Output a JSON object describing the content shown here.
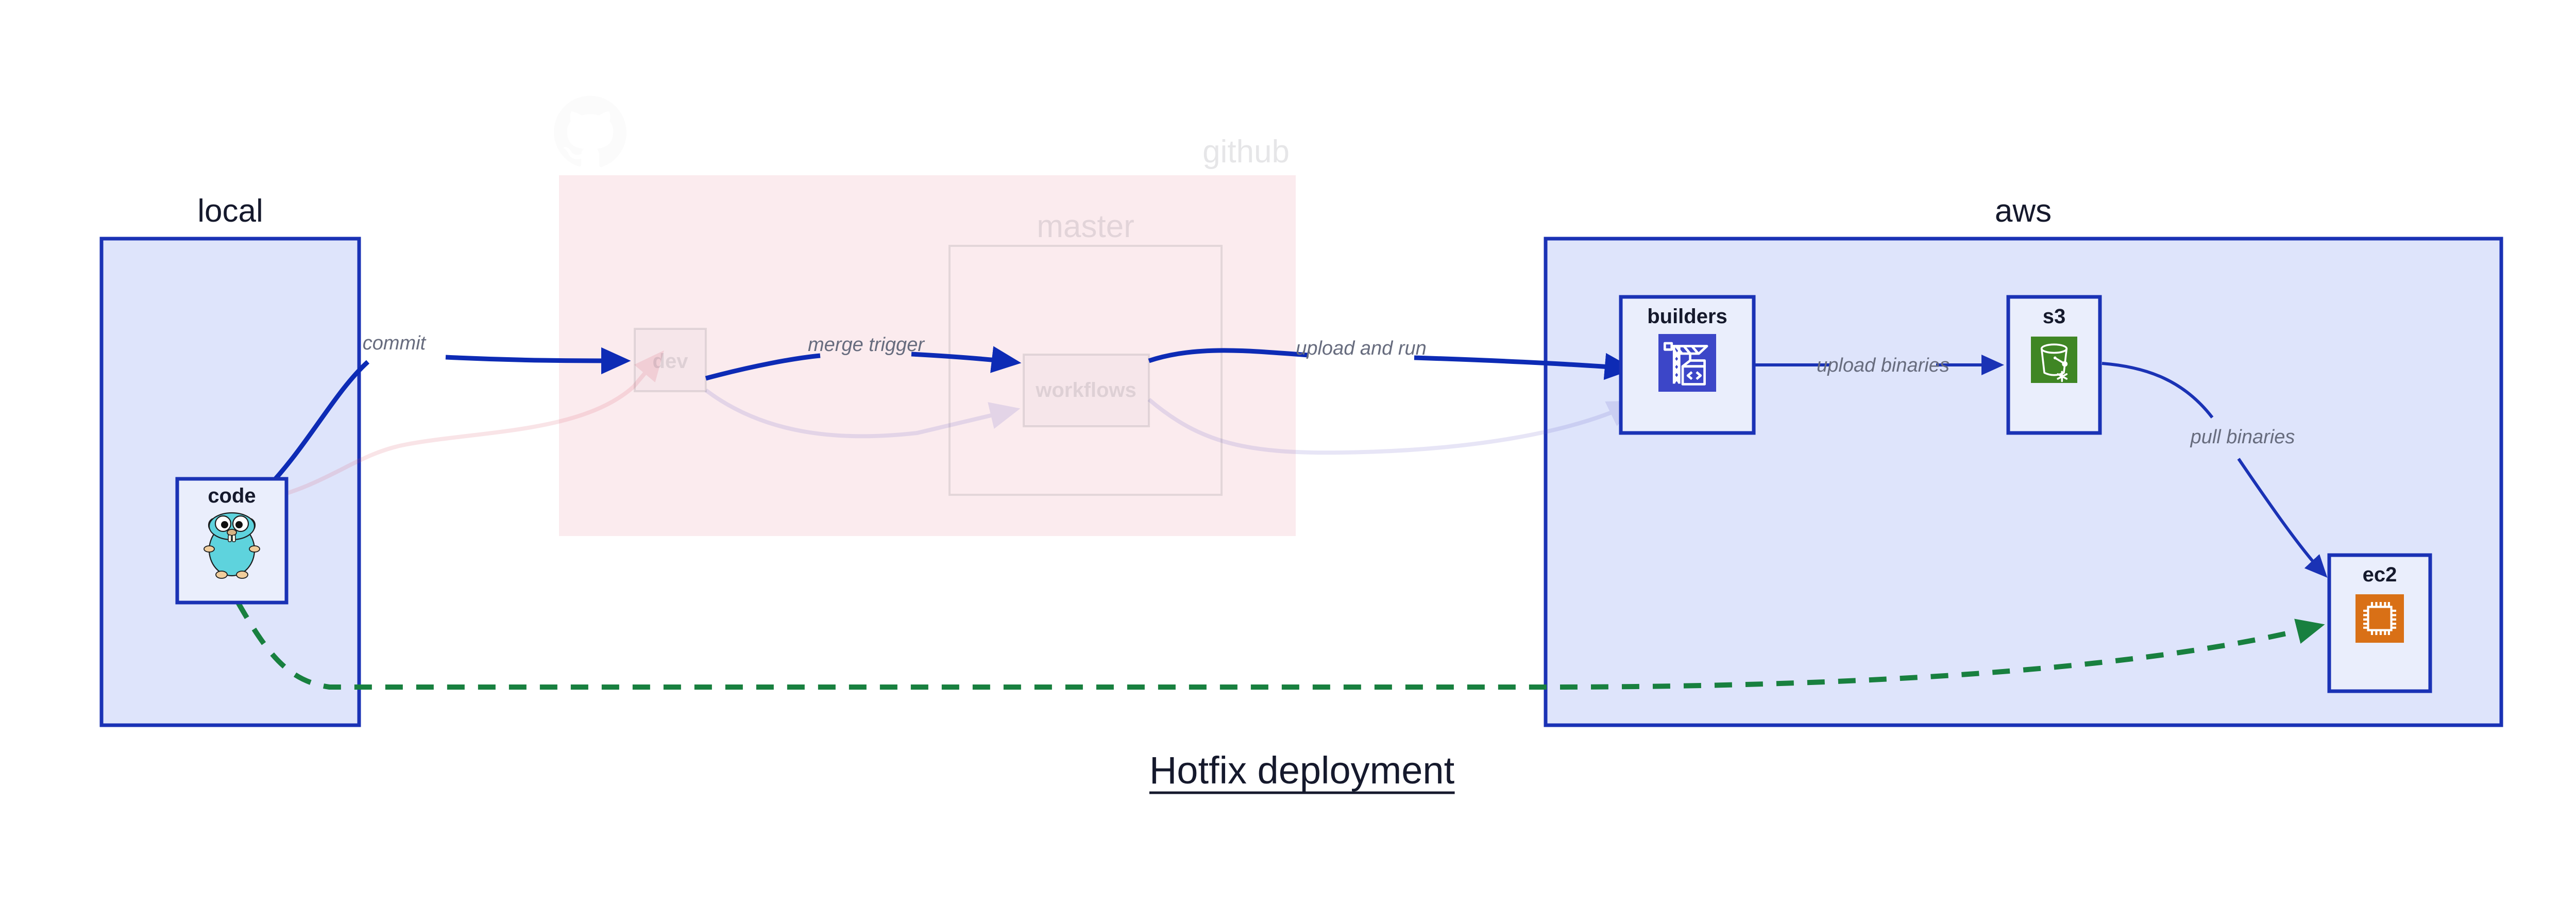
{
  "title": "Hotfix deployment",
  "groups": [
    {
      "id": "local",
      "label": "local",
      "faded": false
    },
    {
      "id": "github",
      "label": "github",
      "faded": true,
      "icon": "github-octocat-icon"
    },
    {
      "id": "master",
      "label": "master",
      "faded": true
    },
    {
      "id": "aws",
      "label": "aws",
      "faded": false
    }
  ],
  "nodes": [
    {
      "id": "code",
      "label": "code",
      "group": "local",
      "icon": "golang-gopher-icon",
      "faded": false
    },
    {
      "id": "dev",
      "label": "dev",
      "group": "github",
      "icon": null,
      "faded": true
    },
    {
      "id": "workflows",
      "label": "workflows",
      "group": "master",
      "icon": null,
      "faded": true
    },
    {
      "id": "builders",
      "label": "builders",
      "group": "aws",
      "icon": "aws-codebuild-icon",
      "faded": false
    },
    {
      "id": "s3",
      "label": "s3",
      "group": "aws",
      "icon": "aws-s3-glacier-icon",
      "faded": false
    },
    {
      "id": "ec2",
      "label": "ec2",
      "group": "aws",
      "icon": "aws-ec2-icon",
      "faded": false
    }
  ],
  "edges": [
    {
      "id": "e-commit",
      "from": "code",
      "to": "dev",
      "label": "commit",
      "style": "solid",
      "emphasis": "strong",
      "faded": false
    },
    {
      "id": "e-merge-trigger",
      "from": "dev",
      "to": "workflows",
      "label": "merge trigger",
      "style": "solid",
      "emphasis": "strong",
      "faded": false
    },
    {
      "id": "e-upload-and-run",
      "from": "workflows",
      "to": "builders",
      "label": "upload and run",
      "style": "solid",
      "emphasis": "strong",
      "faded": false
    },
    {
      "id": "e-upload-binaries",
      "from": "builders",
      "to": "s3",
      "label": "upload binaries",
      "style": "solid",
      "emphasis": "thin",
      "faded": false
    },
    {
      "id": "e-pull-binaries",
      "from": "s3",
      "to": "ec2",
      "label": "pull binaries",
      "style": "solid",
      "emphasis": "thin",
      "faded": false
    },
    {
      "id": "e-hotfix-direct",
      "from": "code",
      "to": "ec2",
      "label": "",
      "style": "dashed",
      "emphasis": "green",
      "faded": false
    },
    {
      "id": "e-faded-pink",
      "from": "code",
      "to": "dev",
      "label": "",
      "style": "solid",
      "emphasis": "faded-pink",
      "faded": true
    },
    {
      "id": "e-faded-dev-wf",
      "from": "dev",
      "to": "workflows",
      "label": "",
      "style": "solid",
      "emphasis": "faded-purple",
      "faded": true
    },
    {
      "id": "e-faded-wf-build",
      "from": "workflows",
      "to": "builders",
      "label": "",
      "style": "solid",
      "emphasis": "faded-purple",
      "faded": true
    }
  ],
  "colors": {
    "container_fill_blue": "#dee4fb",
    "container_stroke_blue": "#1a32b5",
    "container_fill_pink": "#f9dfe4",
    "node_fill": "#eaeefc",
    "flow_blue": "#0d2bb5",
    "flow_green": "#18803f",
    "label_gray": "#676c7e",
    "text_dark": "#15192c",
    "codebuild_blue": "#3c46c8",
    "s3_green": "#3f8624",
    "ec2_orange": "#d97016",
    "gopher_cyan": "#5ed3dd"
  }
}
